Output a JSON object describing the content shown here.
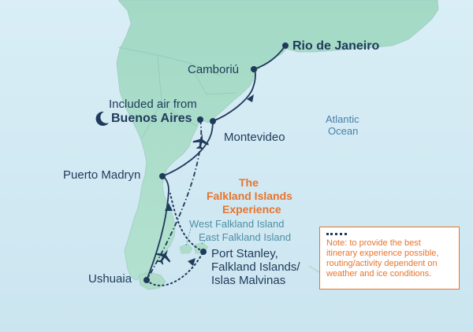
{
  "map": {
    "ports": {
      "rio": "Rio de Janeiro",
      "camboriu": "Camboriú",
      "buenos_aires_line1": "Included air from",
      "buenos_aires_line2": "Buenos Aires",
      "montevideo": "Montevideo",
      "puerto_madryn": "Puerto Madryn",
      "port_stanley_line1": "Port Stanley,",
      "port_stanley_line2": "Falkland Islands/",
      "port_stanley_line3": "Islas Malvinas",
      "ushuaia": "Ushuaia"
    },
    "ocean": {
      "line1": "Atlantic",
      "line2": "Ocean"
    },
    "feature": {
      "line1": "The",
      "line2": "Falkland Islands",
      "line3": "Experience"
    },
    "islands": {
      "west": "West Falkland Island",
      "east": "East Falkland Island"
    },
    "note": "Note: to provide the best itinerary experience possible, routing/activity dependent on weather and ice conditions.",
    "icons": [
      "moon-icon",
      "airplane-icon"
    ],
    "colors": {
      "route": "#1f3a5a",
      "land": "#a9dcc8",
      "ocean": "#cfe8f2",
      "accent": "#e8742c"
    }
  }
}
